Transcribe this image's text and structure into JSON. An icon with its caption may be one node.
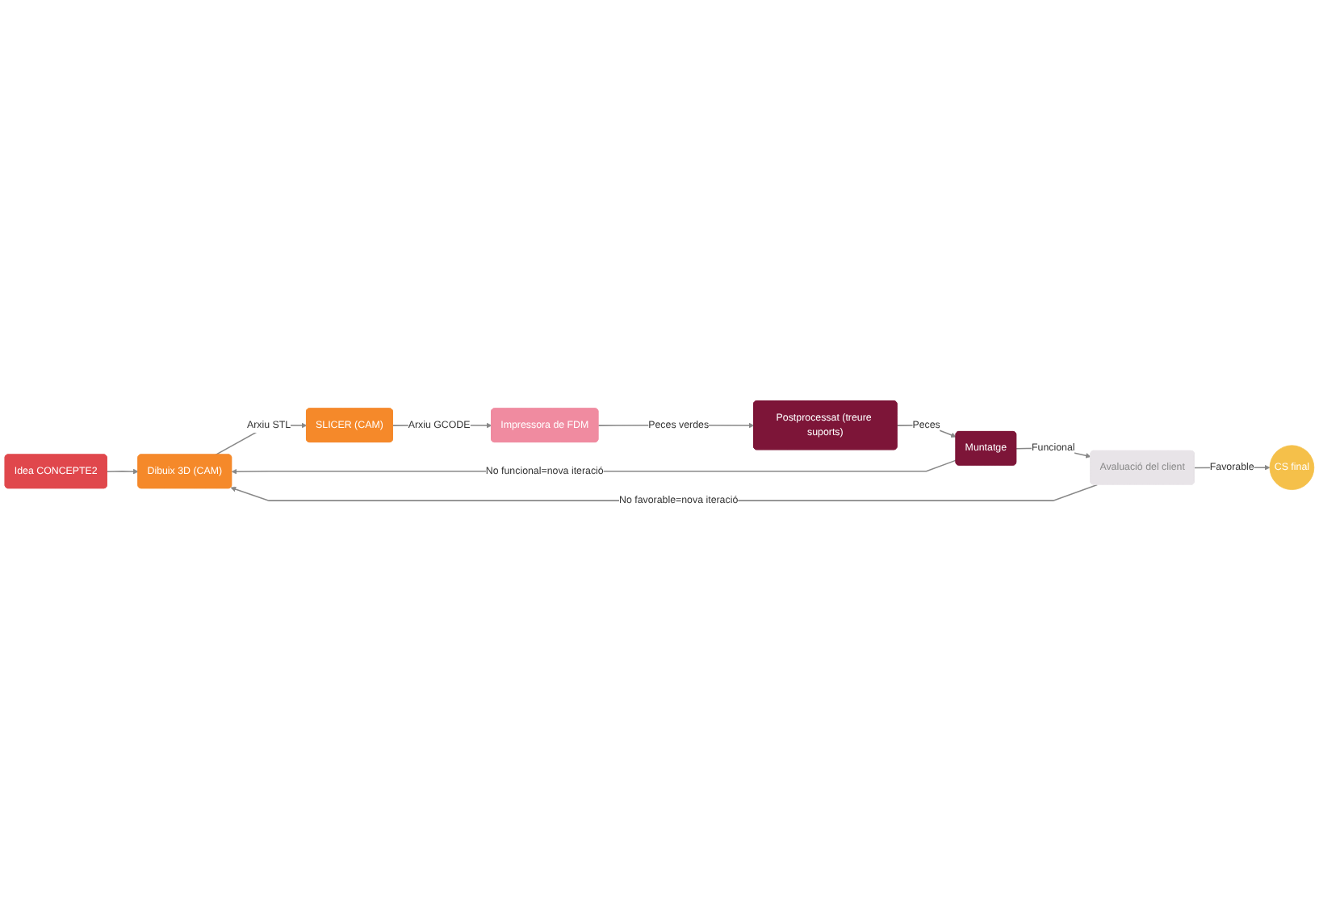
{
  "diagram": {
    "nodes": [
      {
        "text": [
          "Idea CONCEPTE2"
        ]
      },
      {
        "text": [
          "Dibuix 3D (CAM)"
        ]
      },
      {
        "text": [
          "SLICER (CAM)"
        ]
      },
      {
        "text": [
          "Impressora de FDM"
        ]
      },
      {
        "text": [
          "Postprocessat (treure suports)"
        ]
      },
      {
        "text": [
          "Muntatge"
        ]
      },
      {
        "text": [
          "Avaluació del client"
        ]
      },
      {
        "text": [
          "CS final"
        ]
      }
    ],
    "edges": [
      {
        "from": 0,
        "to": 1,
        "arrow": "to"
      },
      {
        "from": 1,
        "to": 2,
        "arrow": "to",
        "label": "Arxiu STL"
      },
      {
        "from": 2,
        "to": 3,
        "arrow": "to",
        "label": "Arxiu GCODE"
      },
      {
        "from": 3,
        "to": 4,
        "arrow": "to",
        "label": "Peces verdes"
      },
      {
        "from": 4,
        "to": 5,
        "arrow": "to",
        "label": "Peces"
      },
      {
        "from": 5,
        "to": 1,
        "arrow": "to",
        "label": "No funcional=nova iteració"
      },
      {
        "from": 5,
        "to": 6,
        "arrow": "to",
        "label": "Funcional"
      },
      {
        "from": 6,
        "to": 1,
        "arrow": "to",
        "label": "No favorable=nova iteració"
      },
      {
        "from": 6,
        "to": 7,
        "arrow": "to",
        "label": "Favorable"
      }
    ]
  }
}
